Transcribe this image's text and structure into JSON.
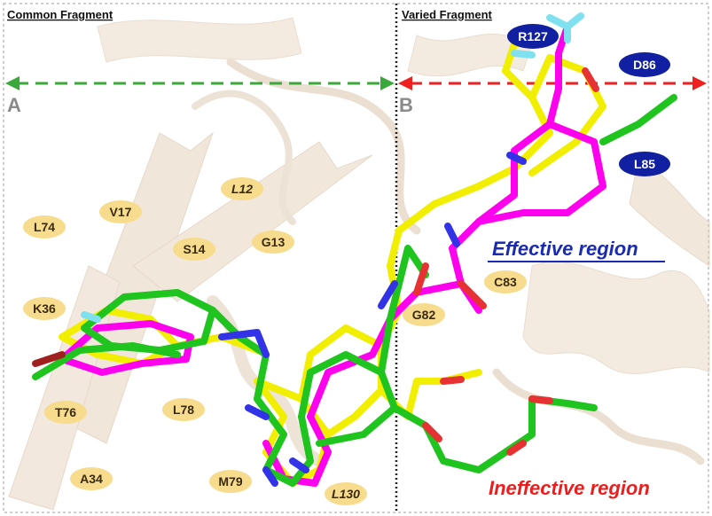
{
  "colors": {
    "carbon_green": "#1fc41f",
    "carbon_yellow": "#f2ee00",
    "carbon_magenta": "#ff00ee",
    "nitrogen": "#3232e6",
    "oxygen": "#e63232",
    "fluorine": "#7fe0f0",
    "bromine": "#a02020",
    "arrow_left": "#3aa83a",
    "arrow_right": "#ee2020",
    "divider": "#222222",
    "ribbon": "#ead9c7",
    "label_yellow": "#f6dc8c",
    "label_blue": "#1020a0",
    "effective_text": "#1a2bb0",
    "ineffective_text": "#ee1c1c"
  },
  "panels": {
    "common_fragment": "Common Fragment",
    "varied_fragment": "Varied Fragment",
    "point_a": "A",
    "point_b": "B"
  },
  "regions": {
    "effective": "Effective region",
    "ineffective": "Ineffective region"
  },
  "residues_common": [
    {
      "label": "L74",
      "italic": false
    },
    {
      "label": "V17",
      "italic": false
    },
    {
      "label": "L12",
      "italic": true
    },
    {
      "label": "S14",
      "italic": false
    },
    {
      "label": "G13",
      "italic": false
    },
    {
      "label": "K36",
      "italic": false
    },
    {
      "label": "T76",
      "italic": false
    },
    {
      "label": "L78",
      "italic": false
    },
    {
      "label": "A34",
      "italic": false
    },
    {
      "label": "M79",
      "italic": false
    },
    {
      "label": "L130",
      "italic": true
    },
    {
      "label": "G82",
      "italic": false
    },
    {
      "label": "C83",
      "italic": false
    }
  ],
  "residues_varied": [
    {
      "label": "R127"
    },
    {
      "label": "D86"
    },
    {
      "label": "L85"
    }
  ]
}
